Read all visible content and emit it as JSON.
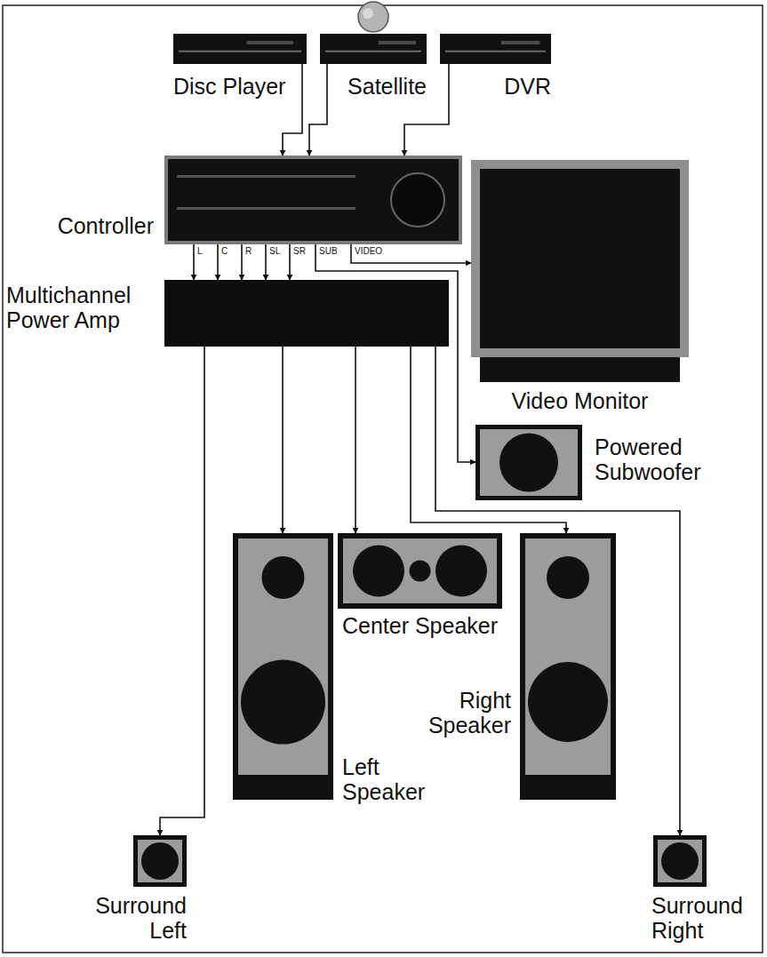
{
  "diagram": {
    "nodes": [
      {
        "text": [
          "Disc Player"
        ]
      },
      {
        "text": [
          "Satellite"
        ]
      },
      {
        "text": [
          "DVR"
        ]
      },
      {
        "text": [
          "Controller"
        ]
      },
      {
        "text": [
          "Video Monitor"
        ]
      },
      {
        "text": [
          "Multichannel Power Amp"
        ]
      },
      {
        "text": [
          "Powered Subwoofer"
        ]
      },
      {
        "text": [
          "Center Speaker"
        ]
      },
      {
        "text": [
          "Left Speaker"
        ]
      },
      {
        "text": [
          "Right Speaker"
        ]
      },
      {
        "text": [
          "Surround Left"
        ]
      },
      {
        "text": [
          "Surround Right"
        ]
      }
    ],
    "edges": [
      {
        "from": 0,
        "to": 3,
        "arrow": "to"
      },
      {
        "from": 1,
        "to": 3,
        "arrow": "to"
      },
      {
        "from": 2,
        "to": 3,
        "arrow": "to"
      },
      {
        "from": 3,
        "to": 5,
        "label": "L",
        "arrow": "to"
      },
      {
        "from": 3,
        "to": 5,
        "label": "C",
        "arrow": "to"
      },
      {
        "from": 3,
        "to": 5,
        "label": "R",
        "arrow": "to"
      },
      {
        "from": 3,
        "to": 5,
        "label": "SL",
        "arrow": "to"
      },
      {
        "from": 3,
        "to": 5,
        "label": "SR",
        "arrow": "to"
      },
      {
        "from": 3,
        "to": 6,
        "label": "SUB",
        "arrow": "to"
      },
      {
        "from": 3,
        "to": 4,
        "label": "VIDEO",
        "arrow": "to"
      },
      {
        "from": 5,
        "to": 10,
        "arrow": "to"
      },
      {
        "from": 5,
        "to": 8,
        "arrow": "to"
      },
      {
        "from": 5,
        "to": 7,
        "arrow": "to"
      },
      {
        "from": 5,
        "to": 9,
        "arrow": "to"
      },
      {
        "from": 5,
        "to": 11,
        "arrow": "to"
      }
    ]
  }
}
